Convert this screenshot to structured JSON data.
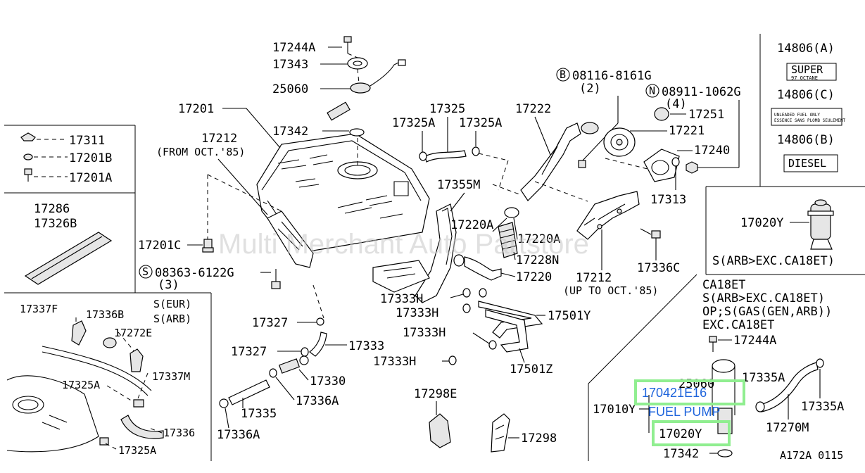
{
  "labels": {
    "p17244A_top": "17244A",
    "p17343": "17343",
    "p25060_top": "25060",
    "p17201": "17201",
    "p17342_top": "17342",
    "p17212_a": "17212",
    "p17212_a_note": "(FROM OCT.'85)",
    "p17325": "17325",
    "p17325A_l": "17325A",
    "p17325A_r": "17325A",
    "p17222": "17222",
    "b08116": "08116-8161G",
    "b08116_qty": "(2)",
    "n08911": "08911-1062G",
    "n08911_qty": "(4)",
    "p17251": "17251",
    "p17221": "17221",
    "p17240": "17240",
    "p17313": "17313",
    "p17355M": "17355M",
    "p17220A_l": "17220A",
    "p17220A_r": "17220A",
    "p17228N": "17228N",
    "p17220": "17220",
    "p17212_b": "17212",
    "p17212_b_note": "(UP TO OCT.'85)",
    "p17336C": "17336C",
    "p17201C": "17201C",
    "s08363": "08363-6122G",
    "s08363_qty": "(3)",
    "p17333H_a": "17333H",
    "p17333H_b": "17333H",
    "p17333H_c": "17333H",
    "p17333H_d": "17333H",
    "p17501Y": "17501Y",
    "p17501Z": "17501Z",
    "p17327_a": "17327",
    "p17327_b": "17327",
    "p17333": "17333",
    "p17330": "17330",
    "p17336A_a": "17336A",
    "p17335": "17335",
    "p17336A_b": "17336A",
    "p17298E": "17298E",
    "p17298": "17298",
    "inset1": [
      "17311",
      "17201B",
      "17201A"
    ],
    "inset2": [
      "17286",
      "17326B"
    ],
    "inset3": {
      "p17337F": "17337F",
      "p17336B": "17336B",
      "s_eur": "S(EUR)",
      "s_arb": "S(ARB)",
      "p17272E": "17272E",
      "p17337M": "17337M",
      "p17325A": "17325A",
      "p17336": "17336",
      "p17325A_b": "17325A"
    },
    "labels_right": {
      "p14806A": "14806(A)",
      "super_1": "SUPER",
      "super_2": "97 OCTANE",
      "p14806C": "14806(C)",
      "p14806C_text_1": "UNLEADED FUEL ONLY",
      "p14806C_text_2": "ESSENCE SANS PLOMB SEULEMENT",
      "p14806B": "14806(B)",
      "diesel": "DIESEL",
      "p17020Y_inset": "17020Y",
      "inset_note": "S(ARB>EXC.CA18ET)"
    },
    "lower_right": {
      "note_1": "CA18ET",
      "note_2": "S(ARB>EXC.CA18ET)",
      "note_3": "OP;S(GAS(GEN,ARB))",
      "note_4": "EXC.CA18ET",
      "p17244A": "17244A",
      "p25060": "25060",
      "p17010Y": "17010Y",
      "p17335A_a": "17335A",
      "p17335A_b": "17335A",
      "p17270M": "17270M",
      "p17342": "17342",
      "code": "A172A 0115"
    }
  },
  "highlights": {
    "part_1": "170421E16",
    "caption": "FUEL PUMP",
    "part_2": "17020Y",
    "highlight_color": "#90ee90",
    "text_color": "#1e64dc"
  },
  "symbols": {
    "bolt_b": "B",
    "nut_n": "N",
    "screw_s": "S"
  },
  "watermark": "Multi Merchant Auto Partstore"
}
